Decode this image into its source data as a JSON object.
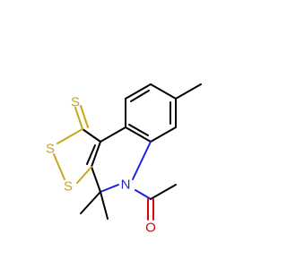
{
  "molecule": {
    "atoms": [
      {
        "id": "thione_s",
        "symbol": "S",
        "color": "#c8a818"
      },
      {
        "id": "ring_s1",
        "symbol": "S",
        "color": "#c8a818"
      },
      {
        "id": "ring_s2",
        "symbol": "S",
        "color": "#c8a818"
      },
      {
        "id": "nitrogen",
        "symbol": "N",
        "color": "#1c22dc"
      },
      {
        "id": "oxygen",
        "symbol": "O",
        "color": "#e0000b"
      }
    ],
    "colors": {
      "bond": "#000000",
      "background": "#ffffff"
    }
  }
}
